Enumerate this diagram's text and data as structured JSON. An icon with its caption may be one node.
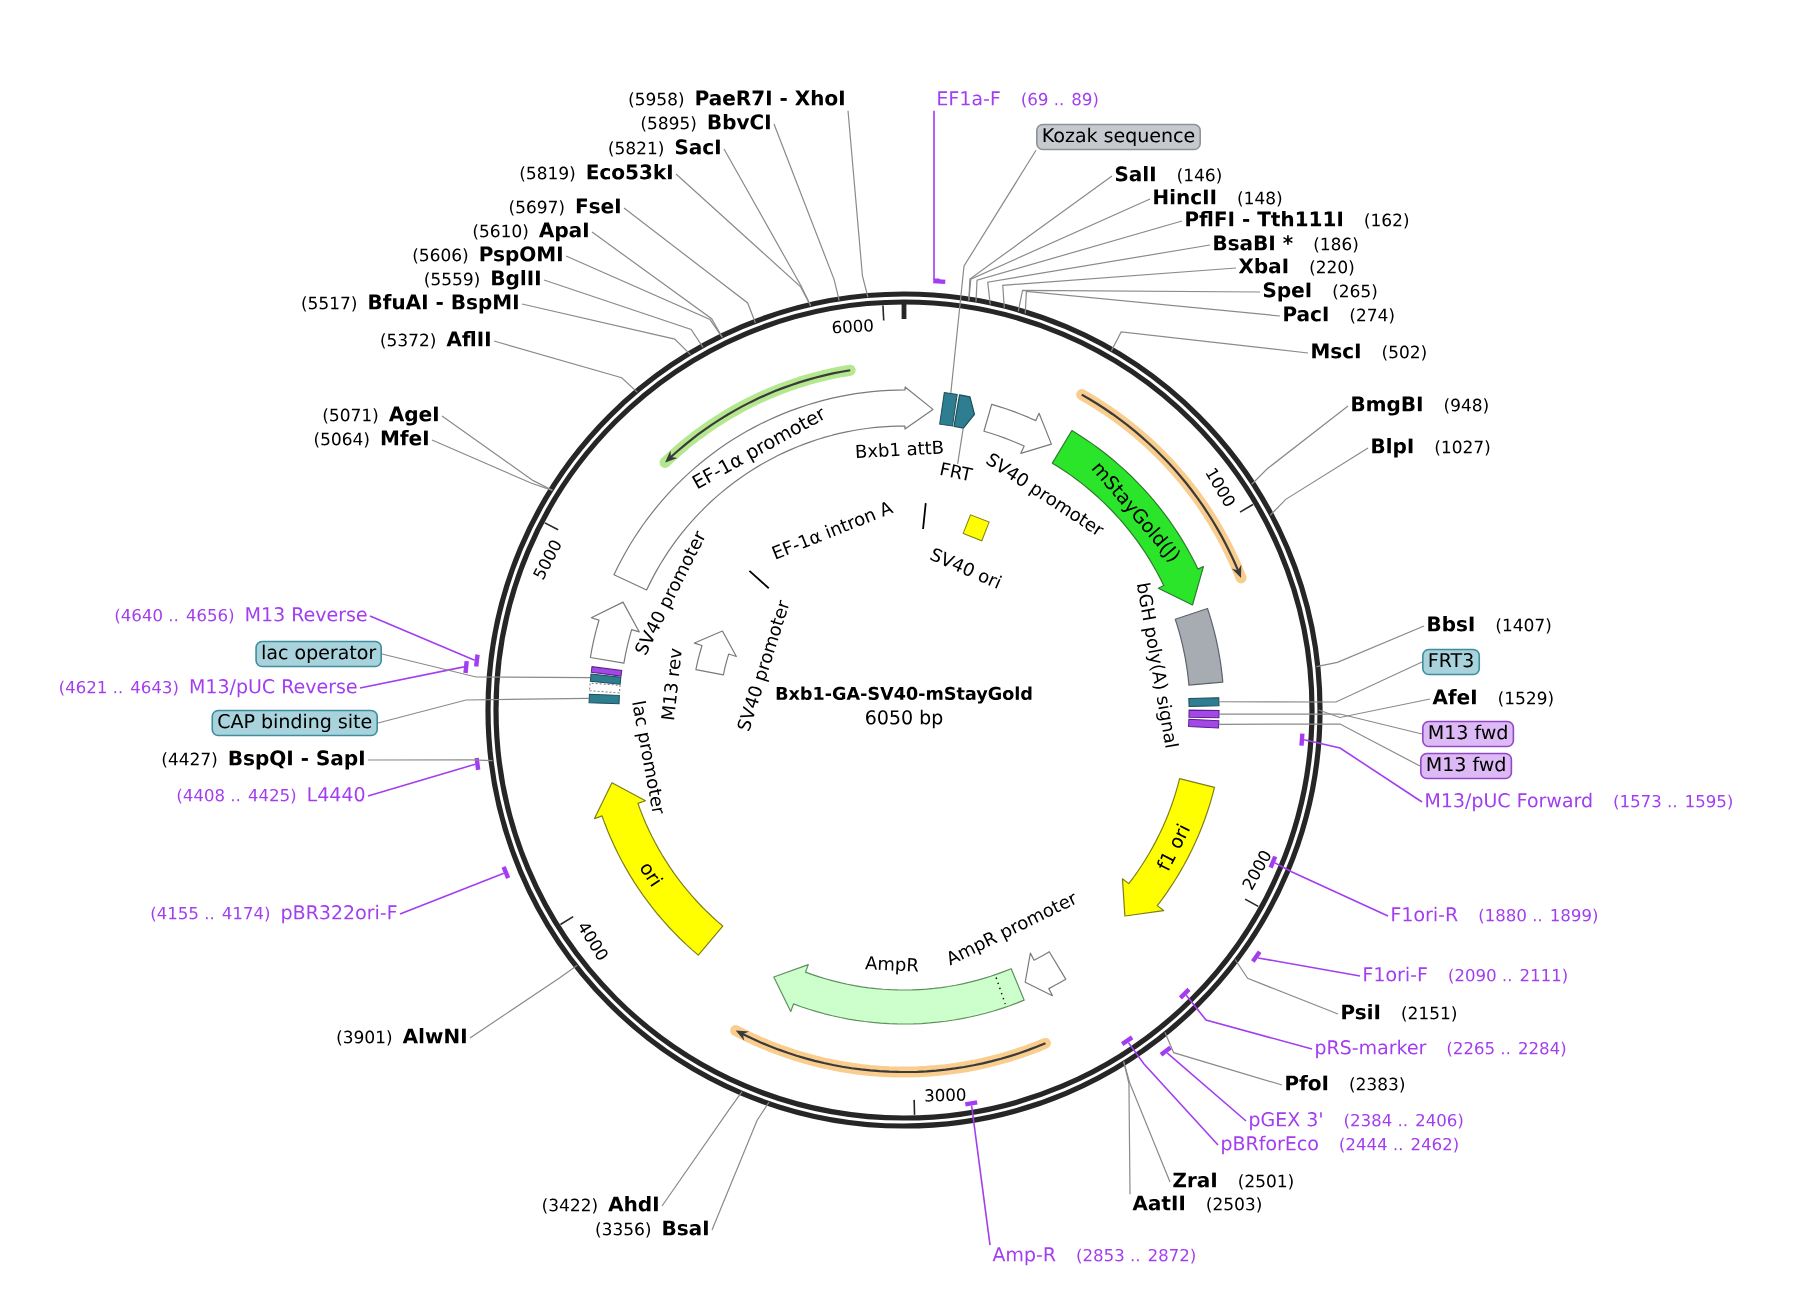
{
  "diagram": {
    "title": "Bxb1-GA-SV40-mStayGold",
    "nodes": [
      {
        "text": [],
        "shape": "circle"
      },
      {
        "text": [
          "EF1a-F",
          "(69 .. 89)"
        ]
      },
      {
        "text": [
          "Kozak sequence"
        ]
      },
      {
        "text": [
          "SalI",
          "(146)"
        ]
      },
      {
        "text": [
          "HincII",
          "(148)"
        ]
      },
      {
        "text": [
          "PflFI - Tth111I",
          "(162)"
        ]
      },
      {
        "text": [
          "BsaBI *",
          "(186)"
        ]
      },
      {
        "text": [
          "XbaI",
          "(220)"
        ]
      },
      {
        "text": [
          "SpeI",
          "(265)"
        ]
      },
      {
        "text": [
          "PacI",
          "(274)"
        ]
      },
      {
        "text": [
          "MscI",
          "(502)"
        ]
      },
      {
        "text": [
          "BmgBI",
          "(948)"
        ]
      },
      {
        "text": [
          "BlpI",
          "(1027)"
        ]
      },
      {
        "text": [
          "BbsI",
          "(1407)"
        ]
      },
      {
        "text": [
          "FRT3"
        ]
      },
      {
        "text": [
          "AfeI",
          "(1529)"
        ]
      },
      {
        "text": [
          "M13 fwd"
        ]
      },
      {
        "text": [
          "M13 fwd"
        ]
      },
      {
        "text": [
          "M13/pUC Forward",
          "(1573 .. 1595)"
        ]
      },
      {
        "text": [
          "F1ori-R",
          "(1880 .. 1899)"
        ]
      },
      {
        "text": [
          "F1ori-F",
          "(2090 .. 2111)"
        ]
      },
      {
        "text": [
          "PsiI",
          "(2151)"
        ]
      },
      {
        "text": [
          "pRS-marker",
          "(2265 .. 2284)"
        ]
      },
      {
        "text": [
          "PfoI",
          "(2383)"
        ]
      },
      {
        "text": [
          "pGEX 3'",
          "(2384 .. 2406)"
        ]
      },
      {
        "text": [
          "pBRforEco",
          "(2444 .. 2462)"
        ]
      },
      {
        "text": [
          "ZraI",
          "(2501)"
        ]
      },
      {
        "text": [
          "AatII",
          "(2503)"
        ]
      },
      {
        "text": [
          "Amp-R",
          "(2853 .. 2872)"
        ]
      },
      {
        "text": [
          "(3422)",
          "AhdI"
        ]
      },
      {
        "text": [
          "(3356)",
          "BsaI"
        ]
      },
      {
        "text": [
          "(3901)",
          "AlwNI"
        ]
      },
      {
        "text": [
          "(4155 .. 4174)",
          "pBR322ori-F"
        ]
      },
      {
        "text": [
          "(4408 .. 4425)",
          "L4440"
        ]
      },
      {
        "text": [
          "(4427)",
          "BspQI - SapI"
        ]
      },
      {
        "text": [
          "CAP binding site"
        ]
      },
      {
        "text": [
          "(4621 .. 4643)",
          "M13/pUC Reverse"
        ]
      },
      {
        "text": [
          "lac operator"
        ]
      },
      {
        "text": [
          "(4640 .. 4656)",
          "M13 Reverse"
        ]
      },
      {
        "text": [
          "(5064)",
          "MfeI"
        ]
      },
      {
        "text": [
          "(5071)",
          "AgeI"
        ]
      },
      {
        "text": [
          "(5372)",
          "AflII"
        ]
      },
      {
        "text": [
          "(5517)",
          "BfuAI - BspMI"
        ]
      },
      {
        "text": [
          "(5559)",
          "BglII"
        ]
      },
      {
        "text": [
          "(5606)",
          "PspOMI"
        ]
      },
      {
        "text": [
          "(5610)",
          "ApaI"
        ]
      },
      {
        "text": [
          "(5697)",
          "FseI"
        ]
      },
      {
        "text": [
          "(5819)",
          "Eco53kI"
        ]
      },
      {
        "text": [
          "(5821)",
          "SacI"
        ]
      },
      {
        "text": [
          "(5895)",
          "BbvCI"
        ]
      },
      {
        "text": [
          "(5958)",
          "PaeR7I - XhoI"
        ]
      },
      {
        "text": [],
        "shape": "bar"
      },
      {
        "text": [],
        "shape": "bar",
        "in": 0
      },
      {
        "text": [],
        "shape": "bar",
        "in": 0
      },
      {
        "text": [],
        "shape": "bar"
      },
      {
        "text": [],
        "shape": "bar",
        "in": 0
      },
      {
        "text": [],
        "shape": "bar"
      },
      {
        "text": [],
        "shape": "bar",
        "in": 0
      },
      {
        "text": [],
        "shape": "bar",
        "in": 0
      },
      {
        "text": [],
        "shape": "bar"
      },
      {
        "text": [],
        "shape": "bar"
      },
      {
        "text": [],
        "shape": "bar"
      },
      {
        "text": [],
        "shape": "bar"
      },
      {
        "text": [],
        "shape": "box",
        "in": 0
      },
      {
        "text": [],
        "shape": "arrow",
        "in": 0
      },
      {
        "text": [],
        "shape": "arrow",
        "in": 0,
        "beside": [
          "SV40 promoter"
        ]
      },
      {
        "text": [
          "mStayGold(J)"
        ],
        "in": 0
      },
      {
        "text": [],
        "shape": "box",
        "in": 0,
        "beside": [
          "bGH poly(A) signal"
        ]
      },
      {
        "text": [],
        "shape": "box",
        "in": 0
      },
      {
        "text": [],
        "shape": "box",
        "in": 0
      },
      {
        "text": [],
        "shape": "box",
        "in": 0
      },
      {
        "text": [
          "f1 ori"
        ],
        "in": 0
      },
      {
        "text": [],
        "shape": "arrow",
        "in": 0,
        "beside": [
          "AmpR promoter"
        ]
      },
      {
        "text": [],
        "shape": "arrow",
        "in": 0,
        "beside": [
          "AmpR"
        ]
      },
      {
        "text": [
          "ori"
        ],
        "in": 0
      },
      {
        "text": [],
        "shape": "box",
        "in": 0
      },
      {
        "text": [],
        "shape": "box",
        "in": 0
      },
      {
        "text": [],
        "shape": "box",
        "in": 0
      },
      {
        "text": [],
        "shape": "box",
        "in": 0
      },
      {
        "text": [],
        "shape": "arrow",
        "in": 0,
        "beside": [
          "SV40 promoter"
        ]
      },
      {
        "text": [
          "EF-1α promoter"
        ],
        "in": 0
      },
      {
        "text": [],
        "shape": "box",
        "in": 0,
        "beside": [
          "SV40 ori"
        ]
      },
      {
        "text": [],
        "shape": "arrow",
        "in": 0,
        "beside": [
          "SV40 promoter"
        ]
      },
      {
        "text": [
          "FRT"
        ],
        "in": 0
      }
    ],
    "edges": [
      {
        "from": 1,
        "to": 51,
        "arrow": "none",
        "color": "#a23df0"
      },
      {
        "from": 2,
        "to": 63,
        "arrow": "none"
      },
      {
        "from": 3,
        "to": 0,
        "arrow": "none"
      },
      {
        "from": 4,
        "to": 0,
        "arrow": "none"
      },
      {
        "from": 5,
        "to": 0,
        "arrow": "none"
      },
      {
        "from": 6,
        "to": 0,
        "arrow": "none"
      },
      {
        "from": 7,
        "to": 0,
        "arrow": "none"
      },
      {
        "from": 8,
        "to": 0,
        "arrow": "none"
      },
      {
        "from": 9,
        "to": 0,
        "arrow": "none"
      },
      {
        "from": 10,
        "to": 0,
        "arrow": "none"
      },
      {
        "from": 11,
        "to": 0,
        "arrow": "none"
      },
      {
        "from": 12,
        "to": 0,
        "arrow": "none"
      },
      {
        "from": 13,
        "to": 0,
        "arrow": "none"
      },
      {
        "from": 14,
        "to": 68,
        "arrow": "none"
      },
      {
        "from": 15,
        "to": 0,
        "arrow": "none"
      },
      {
        "from": 16,
        "to": 69,
        "arrow": "none"
      },
      {
        "from": 17,
        "to": 70,
        "arrow": "none"
      },
      {
        "from": 18,
        "to": 52,
        "arrow": "none",
        "color": "#a23df0"
      },
      {
        "from": 19,
        "to": 53,
        "arrow": "none",
        "color": "#a23df0"
      },
      {
        "from": 20,
        "to": 54,
        "arrow": "none",
        "color": "#a23df0"
      },
      {
        "from": 21,
        "to": 0,
        "arrow": "none"
      },
      {
        "from": 22,
        "to": 55,
        "arrow": "none",
        "color": "#a23df0"
      },
      {
        "from": 23,
        "to": 0,
        "arrow": "none"
      },
      {
        "from": 24,
        "to": 56,
        "arrow": "none",
        "color": "#a23df0"
      },
      {
        "from": 25,
        "to": 57,
        "arrow": "none",
        "color": "#a23df0"
      },
      {
        "from": 26,
        "to": 0,
        "arrow": "none"
      },
      {
        "from": 27,
        "to": 0,
        "arrow": "none"
      },
      {
        "from": 28,
        "to": 58,
        "arrow": "none",
        "color": "#a23df0"
      },
      {
        "from": 29,
        "to": 0,
        "arrow": "none"
      },
      {
        "from": 30,
        "to": 0,
        "arrow": "none"
      },
      {
        "from": 31,
        "to": 0,
        "arrow": "none"
      },
      {
        "from": 32,
        "to": 59,
        "arrow": "none",
        "color": "#a23df0"
      },
      {
        "from": 33,
        "to": 60,
        "arrow": "none",
        "color": "#a23df0"
      },
      {
        "from": 34,
        "to": 0,
        "arrow": "none"
      },
      {
        "from": 35,
        "to": 75,
        "arrow": "none"
      },
      {
        "from": 36,
        "to": 61,
        "arrow": "none",
        "color": "#a23df0"
      },
      {
        "from": 37,
        "to": 77,
        "arrow": "none"
      },
      {
        "from": 38,
        "to": 62,
        "arrow": "none",
        "color": "#a23df0"
      },
      {
        "from": 39,
        "to": 0,
        "arrow": "none"
      },
      {
        "from": 40,
        "to": 0,
        "arrow": "none"
      },
      {
        "from": 41,
        "to": 0,
        "arrow": "none"
      },
      {
        "from": 42,
        "to": 0,
        "arrow": "none"
      },
      {
        "from": 43,
        "to": 0,
        "arrow": "none"
      },
      {
        "from": 44,
        "to": 0,
        "arrow": "none"
      },
      {
        "from": 45,
        "to": 0,
        "arrow": "none"
      },
      {
        "from": 46,
        "to": 0,
        "arrow": "none"
      },
      {
        "from": 47,
        "to": 0,
        "arrow": "none"
      },
      {
        "from": 48,
        "to": 0,
        "arrow": "none"
      },
      {
        "from": 49,
        "to": 0,
        "arrow": "none"
      },
      {
        "from": 50,
        "to": 0,
        "arrow": "none"
      },
      {
        "from": 83,
        "to": 64,
        "arrow": "none"
      }
    ],
    "labels": [
      "1000",
      "2000",
      "3000",
      "4000",
      "5000",
      "6000",
      "Bxb1 attB",
      "EF-1α intron A",
      "M13 rev",
      "lac promoter",
      "6050 bp"
    ]
  }
}
